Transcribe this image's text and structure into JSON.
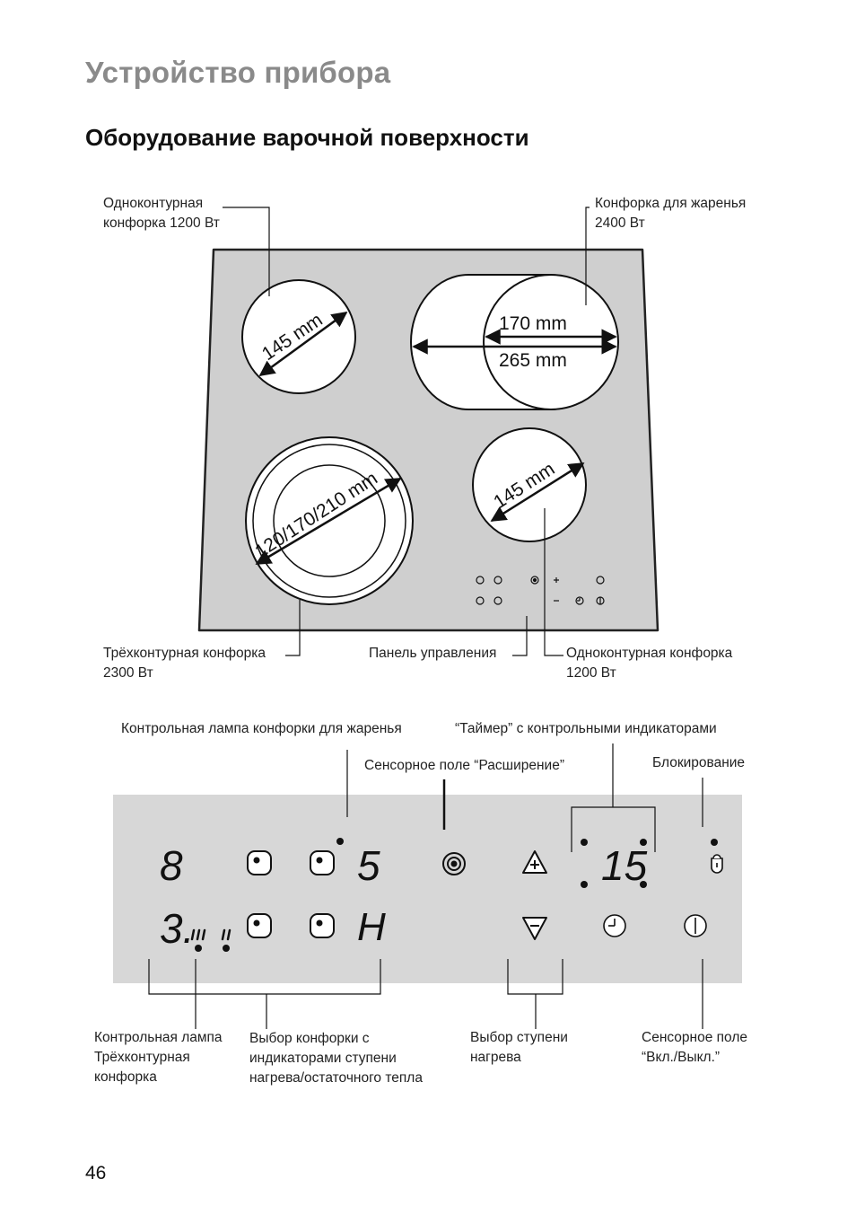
{
  "page": {
    "title": "Устройство прибора",
    "subtitle": "Оборудование варочной поверхности",
    "page_number": "46"
  },
  "hob": {
    "zones": {
      "top_left_dim": "145 mm",
      "top_right_inner_dim": "170 mm",
      "top_right_outer_dim": "265 mm",
      "bottom_left_dim": "120/170/210 mm",
      "bottom_right_dim": "145 mm"
    },
    "labels": {
      "top_left_line1": "Одноконтурная",
      "top_left_line2": "конфорка 1200 Вт",
      "top_right_line1": "Конфорка для жаренья",
      "top_right_line2": "2400 Вт",
      "bottom_left_line1": "Трёхконтурная конфорка",
      "bottom_left_line2": "2300 Вт",
      "control_panel": "Панель управления",
      "bottom_right_line1": "Одноконтурная конфорка",
      "bottom_right_line2": "1200 Вт"
    }
  },
  "panel": {
    "labels": {
      "roast_lamp": "Контрольная лампа конфорки для жаренья",
      "timer": "“Таймер” с контрольными индикаторами",
      "expand_field": "Сенсорное поле “Расширение”",
      "lock": "Блокирование",
      "triple_lamp_line1": "Контрольная лампа",
      "triple_lamp_line2": "Трёхконтурная",
      "triple_lamp_line3": "конфорка",
      "zone_select_line1": "Выбор конфорки с",
      "zone_select_line2": "индикаторами ступени",
      "zone_select_line3": "нагрева/остаточного тепла",
      "heat_select_line1": "Выбор ступени",
      "heat_select_line2": "нагрева",
      "onoff_line1": "Сенсорное поле",
      "onoff_line2": "“Вкл./Выкл.”"
    },
    "display": {
      "left_top": "8",
      "right_top": "5",
      "left_bottom": "3.",
      "right_bottom": "H",
      "timer": "15"
    },
    "icons": {
      "expand": "expand-rings-icon",
      "plus": "plus-triangle-icon",
      "minus": "minus-triangle-icon",
      "timer": "timer-clock-icon",
      "lock": "lock-key-icon",
      "power": "power-icon"
    }
  }
}
